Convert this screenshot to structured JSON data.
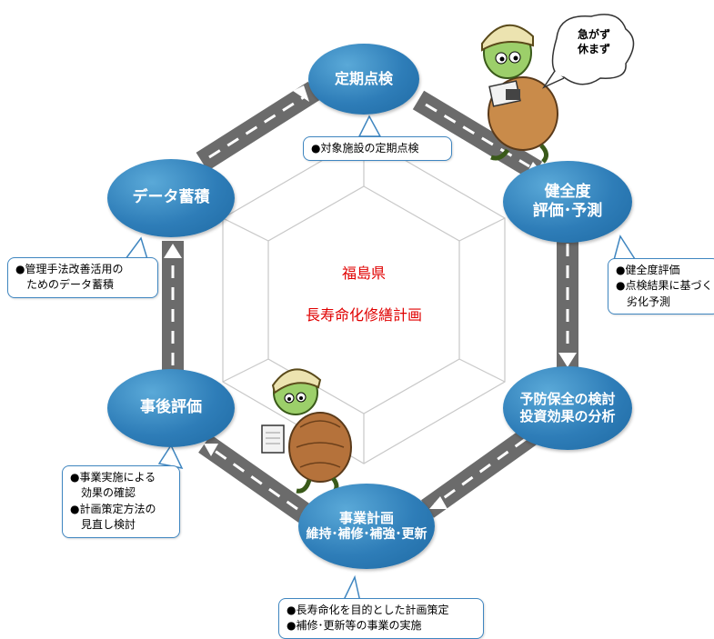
{
  "center": {
    "prefecture": "福島県",
    "plan": "長寿命化修繕計画"
  },
  "nodes": {
    "inspection": {
      "line1": "定期点検"
    },
    "evaluation": {
      "line1": "健全度",
      "line2": "評価･予測"
    },
    "prevention": {
      "line1": "予防保全の検討",
      "line2": "投資効果の分析"
    },
    "business": {
      "line1": "事業計画",
      "line2": "維持･補修･補強･更新"
    },
    "post_evaluation": {
      "line1": "事後評価"
    },
    "data_accumulation": {
      "line1": "データ蓄積"
    }
  },
  "callouts": {
    "inspection": [
      "●対象施設の定期点検"
    ],
    "evaluation": [
      "●健全度評価",
      "●点検結果に基づく",
      "　劣化予測"
    ],
    "business": [
      "●長寿命化を目的とした計画策定",
      "●補修･更新等の事業の実施"
    ],
    "post_evaluation": [
      "●事業実施による",
      "　効果の確認",
      "●計画策定方法の",
      "　見直し検討"
    ],
    "data_accumulation": [
      "●管理手法改善活用の",
      "　ためのデータ蓄積"
    ]
  },
  "speech_bubble": {
    "line1": "急がず",
    "line2": "休まず"
  },
  "colors": {
    "node_blue": "#2e7db8",
    "road_gray": "#6b6b6b",
    "center_text_red": "#e00000",
    "callout_border": "#3f86c0"
  }
}
